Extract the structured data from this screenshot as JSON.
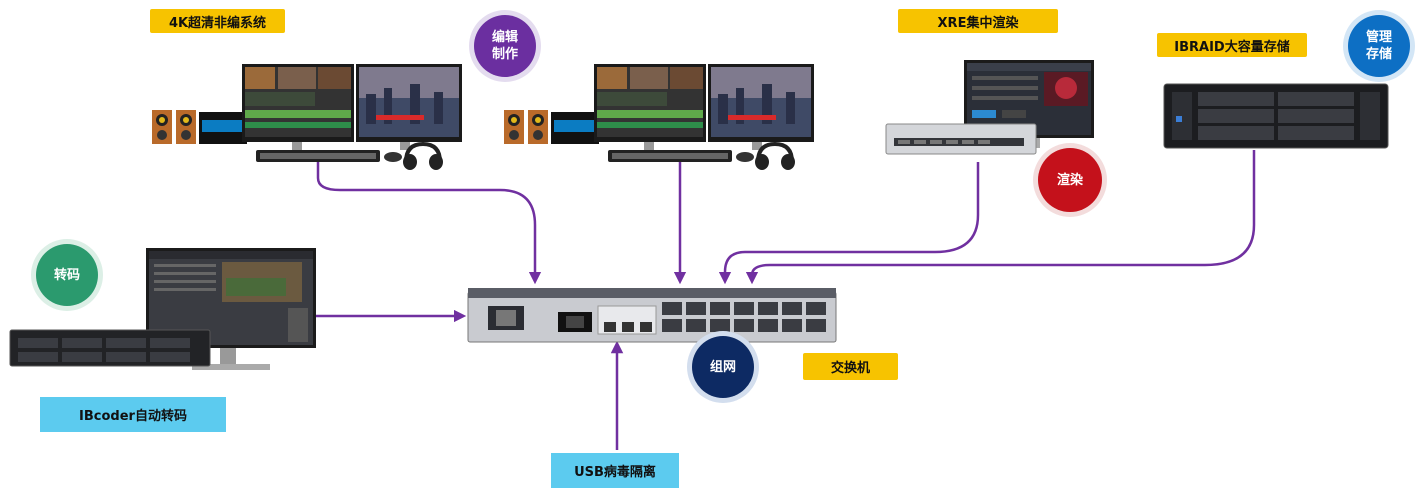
{
  "labels": {
    "editing_system": "4K超清非编系统",
    "xre_render": "XRE集中渲染",
    "ibraid_storage": "IBRAID大容量存储",
    "switch": "交换机",
    "ibcoder": "IBcoder自动转码",
    "usb_antivirus": "USB病毒隔离"
  },
  "badges": {
    "edit_line1": "编辑",
    "edit_line2": "制作",
    "render": "渲染",
    "transcode": "转码",
    "network": "组网",
    "manage_line1": "管理",
    "manage_line2": "存储"
  },
  "colors": {
    "connector": "#7030a0",
    "label_yellow": "#f7c300",
    "label_blue": "#5ccbef"
  }
}
